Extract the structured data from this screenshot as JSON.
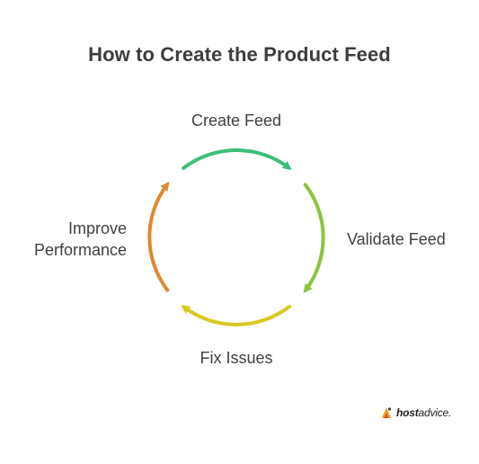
{
  "title": "How to Create the Product Feed",
  "steps": [
    {
      "lines": [
        "Create Feed"
      ],
      "color": "#3cbf7a"
    },
    {
      "lines": [
        "Validate Feed"
      ],
      "color": "#8cc43c"
    },
    {
      "lines": [
        "Fix Issues"
      ],
      "color": "#d9c921"
    },
    {
      "lines": [
        "Improve",
        "Performance"
      ],
      "color": "#df8a32"
    }
  ],
  "logo": {
    "text_bold": "host",
    "text_rest": "advice.",
    "icon": "hostadvice-logo-icon",
    "accent": "#f39c1e"
  }
}
